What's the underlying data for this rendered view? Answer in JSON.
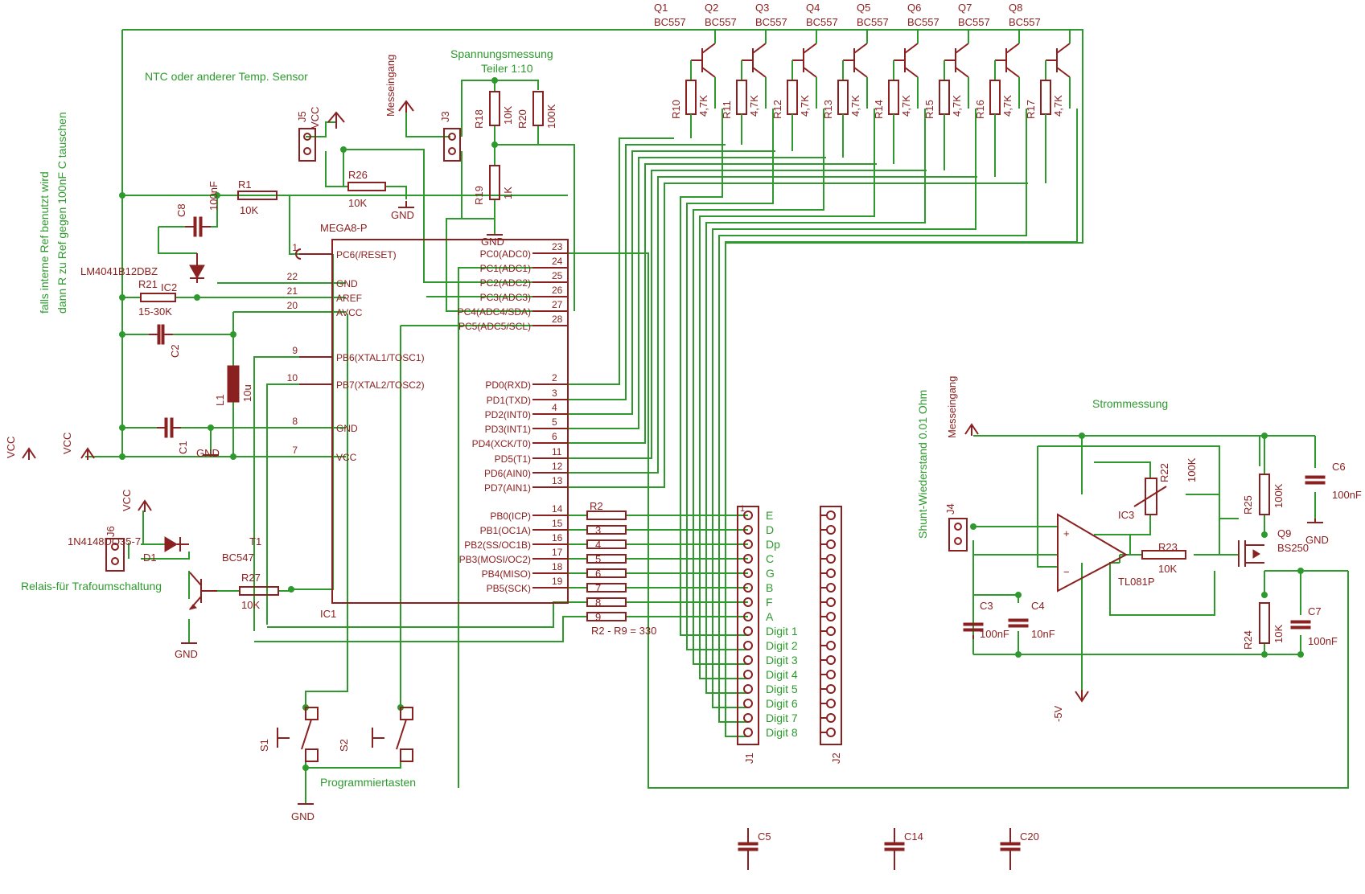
{
  "notes": {
    "ntc": "NTC oder anderer Temp. Sensor",
    "interne_ref_1": "falls interne Ref benutzt wird",
    "interne_ref_2": "dann R zu Ref gegen 100nF C tauschen",
    "spannungsmessung": "Spannungsmessung",
    "teiler": "Teiler 1:10",
    "strommessung": "Strommessung",
    "shunt": "Shunt-Wiederstand 0.01 Ohm",
    "relais": "Relais-für Trafoumschaltung",
    "programmiertasten": "Programmiertasten",
    "r_range": "R2 - R9 = 330"
  },
  "power": {
    "vcc": "VCC",
    "gnd": "GND",
    "neg5": "-5V",
    "messeingang": "Messeingang"
  },
  "ic1": {
    "name": "MEGA8-P",
    "ref": "IC1",
    "left_pins": [
      {
        "num": "1",
        "label": "PC6(/RESET)"
      },
      {
        "num": "22",
        "label": "GND"
      },
      {
        "num": "21",
        "label": "AREF"
      },
      {
        "num": "20",
        "label": "AVCC"
      },
      {
        "num": "9",
        "label": "PB6(XTAL1/TOSC1)"
      },
      {
        "num": "10",
        "label": "PB7(XTAL2/TOSC2)"
      },
      {
        "num": "8",
        "label": "GND"
      },
      {
        "num": "7",
        "label": "VCC"
      }
    ],
    "right_pins": [
      {
        "num": "23",
        "label": "PC0(ADC0)"
      },
      {
        "num": "24",
        "label": "PC1(ADC1)"
      },
      {
        "num": "25",
        "label": "PC2(ADC2)"
      },
      {
        "num": "26",
        "label": "PC3(ADC3)"
      },
      {
        "num": "27",
        "label": "PC4(ADC4/SDA)"
      },
      {
        "num": "28",
        "label": "PC5(ADC5/SCL)"
      },
      {
        "num": "2",
        "label": "PD0(RXD)"
      },
      {
        "num": "3",
        "label": "PD1(TXD)"
      },
      {
        "num": "4",
        "label": "PD2(INT0)"
      },
      {
        "num": "5",
        "label": "PD3(INT1)"
      },
      {
        "num": "6",
        "label": "PD4(XCK/T0)"
      },
      {
        "num": "11",
        "label": "PD5(T1)"
      },
      {
        "num": "12",
        "label": "PD6(AIN0)"
      },
      {
        "num": "13",
        "label": "PD7(AIN1)"
      },
      {
        "num": "14",
        "label": "PB0(ICP)"
      },
      {
        "num": "15",
        "label": "PB1(OC1A)"
      },
      {
        "num": "16",
        "label": "PB2(SS/OC1B)"
      },
      {
        "num": "17",
        "label": "PB3(MOSI/OC2)"
      },
      {
        "num": "18",
        "label": "PB4(MISO)"
      },
      {
        "num": "19",
        "label": "PB5(SCK)"
      }
    ]
  },
  "transistors": [
    {
      "ref": "Q1",
      "type": "BC557"
    },
    {
      "ref": "Q2",
      "type": "BC557"
    },
    {
      "ref": "Q3",
      "type": "BC557"
    },
    {
      "ref": "Q4",
      "type": "BC557"
    },
    {
      "ref": "Q5",
      "type": "BC557"
    },
    {
      "ref": "Q6",
      "type": "BC557"
    },
    {
      "ref": "Q7",
      "type": "BC557"
    },
    {
      "ref": "Q8",
      "type": "BC557"
    }
  ],
  "base_resistors": [
    {
      "ref": "R10",
      "value": "4,7K"
    },
    {
      "ref": "R11",
      "value": "4,7K"
    },
    {
      "ref": "R12",
      "value": "4,7K"
    },
    {
      "ref": "R13",
      "value": "4,7K"
    },
    {
      "ref": "R14",
      "value": "4,7K"
    },
    {
      "ref": "R15",
      "value": "4,7K"
    },
    {
      "ref": "R16",
      "value": "4,7K"
    },
    {
      "ref": "R17",
      "value": "4,7K"
    }
  ],
  "segment_resistors": [
    "R2",
    "3",
    "4",
    "5",
    "6",
    "7",
    "8",
    "9"
  ],
  "j1_labels": [
    "E",
    "D",
    "Dp",
    "C",
    "G",
    "B",
    "F",
    "A",
    "Digit 1",
    "Digit 2",
    "Digit 3",
    "Digit 4",
    "Digit 5",
    "Digit 6",
    "Digit 7",
    "Digit 8"
  ],
  "j1_pin1": "1",
  "parts": {
    "r1": {
      "ref": "R1",
      "value": "10K"
    },
    "r21": {
      "ref": "R21",
      "value": "15-30K"
    },
    "r26": {
      "ref": "R26",
      "value": "10K"
    },
    "r27": {
      "ref": "R27",
      "value": "10K"
    },
    "r18": {
      "ref": "R18",
      "value": "10K"
    },
    "r19": {
      "ref": "R19",
      "value": "1K"
    },
    "r20": {
      "ref": "R20",
      "value": "100K"
    },
    "r22": {
      "ref": "R22",
      "value": "100K"
    },
    "r23": {
      "ref": "R23",
      "value": "10K"
    },
    "r24": {
      "ref": "R24",
      "value": "10K"
    },
    "r25": {
      "ref": "R25",
      "value": "100K"
    },
    "c1": {
      "ref": "C1"
    },
    "c2": {
      "ref": "C2"
    },
    "c8": {
      "ref": "C8",
      "value": "100nF"
    },
    "c3": {
      "ref": "C3",
      "value": "100nF"
    },
    "c4": {
      "ref": "C4",
      "value": "10nF"
    },
    "c6": {
      "ref": "C6",
      "value": "100nF"
    },
    "c7": {
      "ref": "C7",
      "value": "100nF"
    },
    "c5": {
      "ref": "C5"
    },
    "c14": {
      "ref": "C14"
    },
    "c20": {
      "ref": "C20"
    },
    "l1": {
      "ref": "L1",
      "value": "10u"
    },
    "ic2": {
      "ref": "IC2",
      "part": "LM4041B12DBZ"
    },
    "d1": {
      "ref": "D1",
      "part": "1N4148DO35-7"
    },
    "t1": {
      "ref": "T1",
      "part": "BC547"
    },
    "ic3": {
      "ref": "IC3",
      "part": "TL081P"
    },
    "q9": {
      "ref": "Q9",
      "part": "BS250"
    },
    "j2": {
      "ref": "J2"
    },
    "j3": {
      "ref": "J3"
    },
    "j4": {
      "ref": "J4"
    },
    "j5": {
      "ref": "J5"
    },
    "j6": {
      "ref": "J6"
    },
    "j1": {
      "ref": "J1"
    },
    "s1": {
      "ref": "S1"
    },
    "s2": {
      "ref": "S2"
    }
  }
}
